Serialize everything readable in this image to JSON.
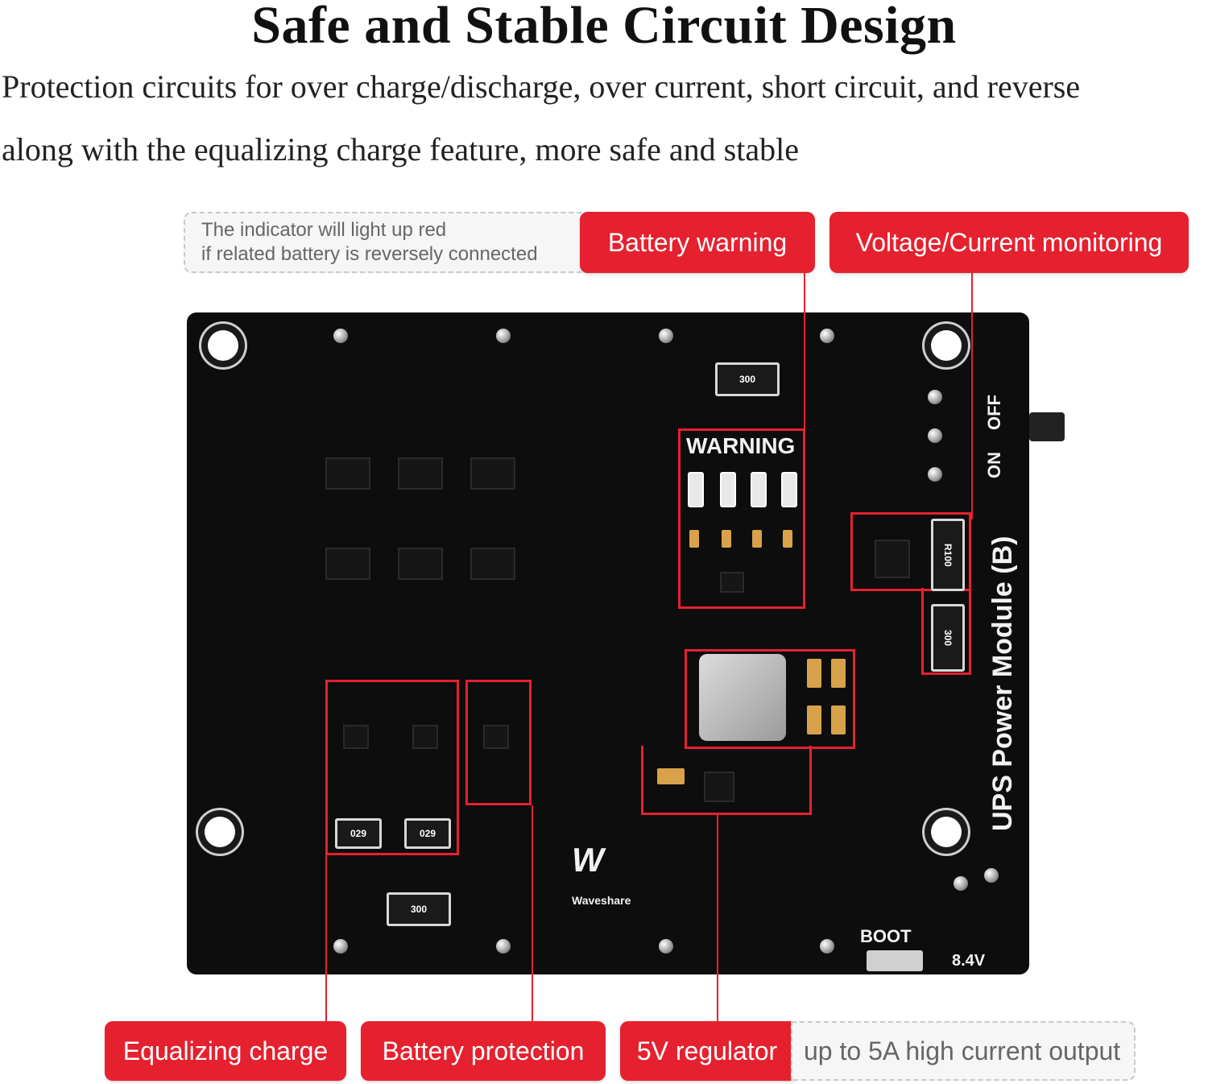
{
  "heading": {
    "title": "Safe and Stable Circuit Design",
    "line1": "Protection circuits for over charge/discharge, over current, short circuit, and reverse",
    "line2": "along with the equalizing charge feature, more safe and stable"
  },
  "callouts": {
    "battery_note_line1": "The indicator will light up red",
    "battery_note_line2": "if related battery is reversely connected",
    "battery_warning": "Battery warning",
    "voltage_current": "Voltage/Current monitoring",
    "equalizing_charge": "Equalizing charge",
    "battery_protection": "Battery protection",
    "regulator": "5V regulator",
    "regulator_note": "up to 5A high current output"
  },
  "board": {
    "warning_label": "WARNING",
    "module_name": "UPS Power Module (B)",
    "switch_on": "ON",
    "switch_off": "OFF",
    "boot_label": "BOOT",
    "voltage_label": "8.4V",
    "brand": "Waveshare",
    "resistor_r100": "R100",
    "resistor_029": "029",
    "resistor_300": "300"
  },
  "colors": {
    "accent": "#e5212f",
    "pcb": "#0d0d0d"
  }
}
